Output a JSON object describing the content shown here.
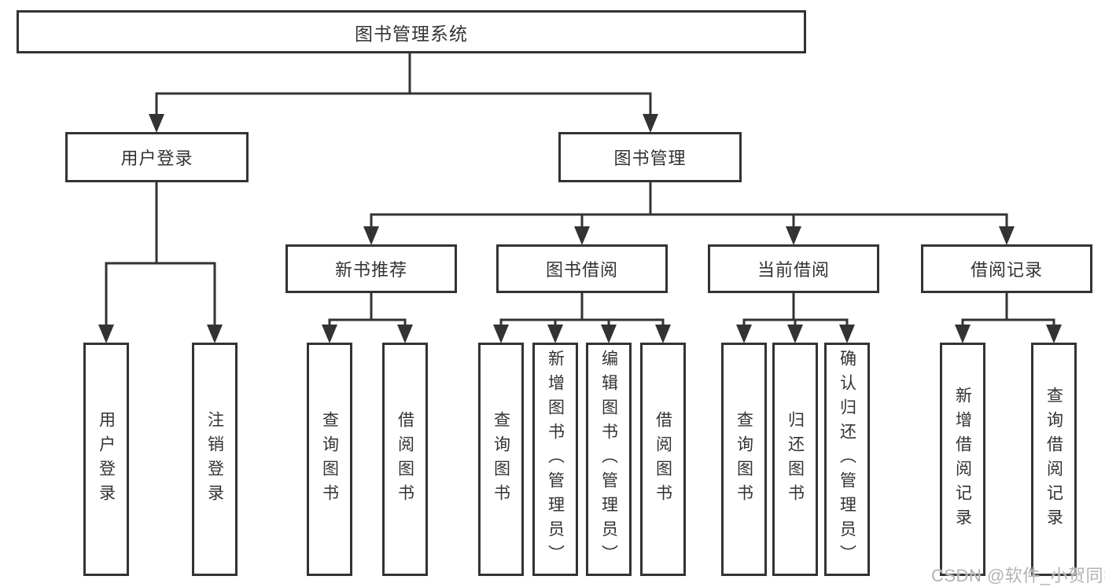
{
  "diagram_title": "图书管理系统",
  "tree": {
    "root": {
      "label": "图书管理系统",
      "children": [
        {
          "label": "用户登录",
          "children": [
            {
              "label": "用户登录"
            },
            {
              "label": "注销登录"
            }
          ]
        },
        {
          "label": "图书管理",
          "children": [
            {
              "label": "新书推荐",
              "children": [
                {
                  "label": "查询图书"
                },
                {
                  "label": "借阅图书"
                }
              ]
            },
            {
              "label": "图书借阅",
              "children": [
                {
                  "label": "查询图书"
                },
                {
                  "label": "新增图书（管理员）"
                },
                {
                  "label": "编辑图书（管理员）"
                },
                {
                  "label": "借阅图书"
                }
              ]
            },
            {
              "label": "当前借阅",
              "children": [
                {
                  "label": "查询图书"
                },
                {
                  "label": "归还图书"
                },
                {
                  "label": "确认归还（管理员）"
                }
              ]
            },
            {
              "label": "借阅记录",
              "children": [
                {
                  "label": "新增借阅记录"
                },
                {
                  "label": "查询借阅记录"
                }
              ]
            }
          ]
        }
      ]
    }
  },
  "watermark": {
    "text": "CSDN @软件_小贺同学"
  },
  "colors": {
    "line": "#333333",
    "text": "#333333",
    "background": "#ffffff",
    "watermark": "#b3b3b3"
  }
}
